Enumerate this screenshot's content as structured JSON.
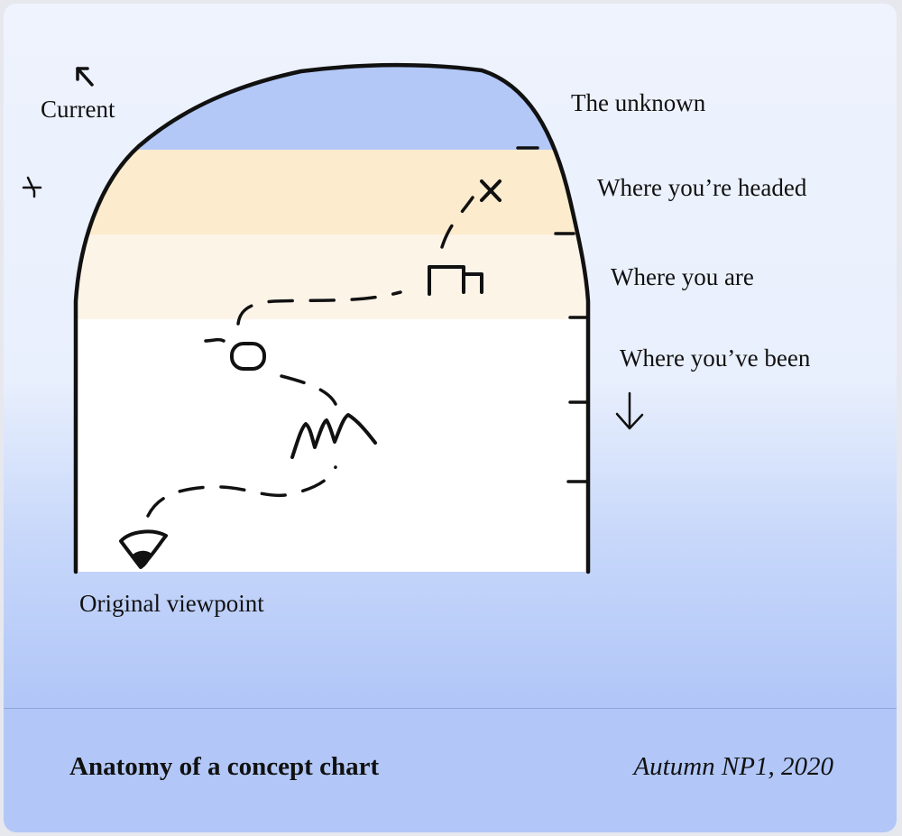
{
  "labels": {
    "current": "Current",
    "unknown": "The unknown",
    "headed": "Where you’re headed",
    "are": "Where you are",
    "been": "Where you’ve been",
    "origin": "Original viewpoint"
  },
  "footer": {
    "title": "Anatomy of a concept chart",
    "date": "Autumn NP1, 2020"
  },
  "colors": {
    "unknown_band": "#b3c8f7",
    "headed_band": "#fcebcc",
    "are_band": "#fdf4e8",
    "been_band": "#ffffff",
    "ink": "#111111"
  }
}
